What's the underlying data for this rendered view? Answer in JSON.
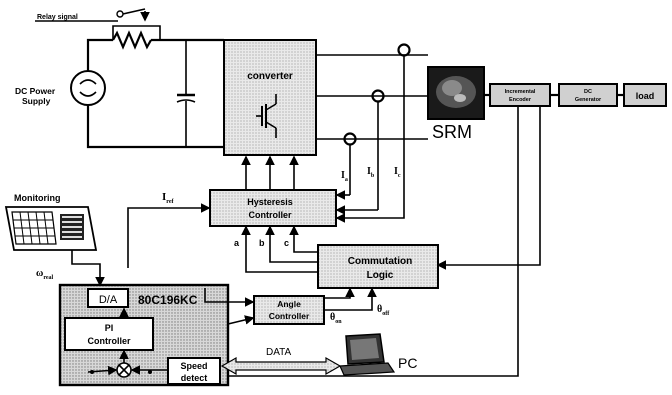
{
  "relay_signal": "Relay signal",
  "dc_power_supply_line1": "DC Power",
  "dc_power_supply_line2": "Supply",
  "converter": "converter",
  "srm": "SRM",
  "encoder_line1": "Incremental",
  "encoder_line2": "Encoder",
  "dc_generator_line1": "DC",
  "dc_generator_line2": "Generator",
  "load": "load",
  "monitoring": "Monitoring",
  "i_ref": "I",
  "i_ref_sub": "ref",
  "ia": "I",
  "ia_sub": "a",
  "ib": "I",
  "ib_sub": "b",
  "ic": "I",
  "ic_sub": "c",
  "hysteresis_line1": "Hysteresis",
  "hysteresis_line2": "Controller",
  "phase_a": "a",
  "phase_b": "b",
  "phase_c": "c",
  "commutation_line1": "Commutation",
  "commutation_line2": "Logic",
  "omega_real": "ω",
  "omega_real_sub": "real",
  "da": "D/A",
  "mcu": "80C196KC",
  "angle_line1": "Angle",
  "angle_line2": "Controller",
  "theta_on": "θ",
  "theta_on_sub": "on",
  "theta_off": "θ",
  "theta_off_sub": "off",
  "pi_line1": "PI",
  "pi_line2": "Controller",
  "speed_line1": "Speed",
  "speed_line2": "detect",
  "data": "DATA",
  "pc": "PC"
}
